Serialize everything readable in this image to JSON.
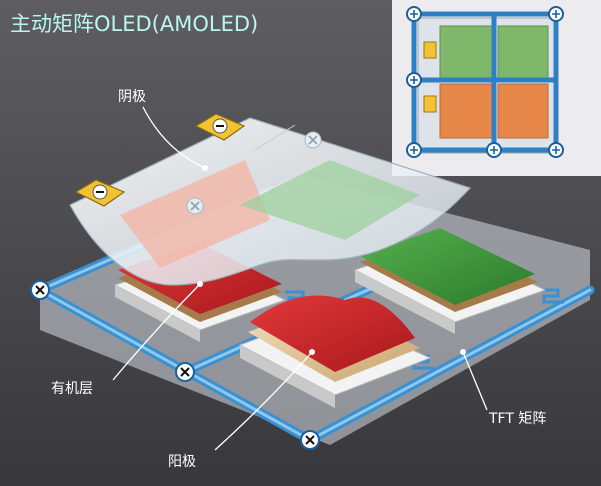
{
  "title": "主动矩阵OLED(AMOLED)",
  "labels": {
    "cathode": "阴极",
    "organic_layer": "有机层",
    "anode": "阳极",
    "tft_matrix": "TFT 矩阵"
  },
  "symbols": {
    "plus": "+",
    "minus": "−",
    "cross": "×"
  },
  "colors": {
    "background": "#4a4a4e",
    "title": "#b9f6ee",
    "frame_blue": "#3a90d0",
    "red_pixel": "#c8262a",
    "green_pixel": "#3f9a3c",
    "orange_pixel": "#e8874a",
    "cathode_sheet": "#eef3f7",
    "terminal_yellow": "#f2c232"
  }
}
